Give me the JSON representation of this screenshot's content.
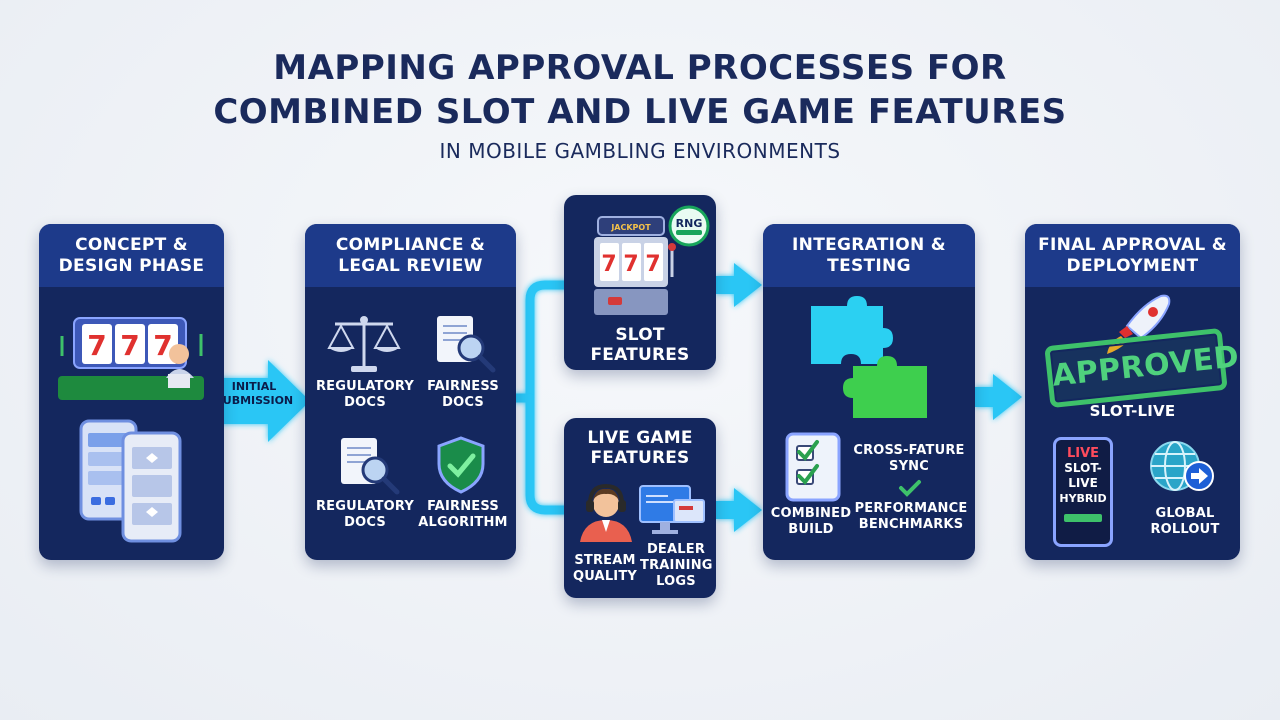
{
  "title": {
    "line1": "MAPPING APPROVAL PROCESSES FOR",
    "line2": "COMBINED SLOT AND LIVE GAME FEATURES",
    "subtitle": "IN MOBILE GAMBLING ENVIRONMENTS"
  },
  "flow": {
    "initial_submission": "INITIAL SUBMISSION"
  },
  "concept": {
    "heading": "CONCEPT & DESIGN PHASE",
    "slot_reels": [
      "7",
      "7",
      "7"
    ]
  },
  "compliance": {
    "heading": "COMPLIANCE & LEGAL REVIEW",
    "item1": "REGULATORY DOCS",
    "item2": "FAIRNESS DOCS",
    "item3": "REGULATORY DOCS",
    "item4": "FAIRNESS ALGORITHM"
  },
  "slot": {
    "label": "SLOT FEATURES",
    "badge": "RNG",
    "jackpot_display": "JACKPOT",
    "reels": [
      "7",
      "7",
      "7"
    ]
  },
  "live": {
    "heading": "LIVE GAME FEATURES",
    "item1": "STREAM QUALITY",
    "item2": "DEALER TRAINING LOGS"
  },
  "integration": {
    "heading": "INTEGRATION & TESTING",
    "item1": "COMBINED BUILD",
    "item2": "CROSS-FATURE SYNC",
    "item3": "PERFORMANCE BENCHMARKS"
  },
  "final": {
    "heading": "FINAL APPROVAL & DEPLOYMENT",
    "stamp": "APPROVED",
    "stamp_caption": "SLOT-LIVE",
    "phone_lines": [
      "LIVE",
      "SLOT-",
      "LIVE",
      "HYBRID"
    ],
    "item2": "GLOBAL ROLLOUT"
  },
  "colors": {
    "navy_title": "#1a2a5c",
    "card": "#14275e",
    "card_head": "#1d3a8a",
    "arrow": "#29c6f5",
    "green": "#3ec16a"
  }
}
